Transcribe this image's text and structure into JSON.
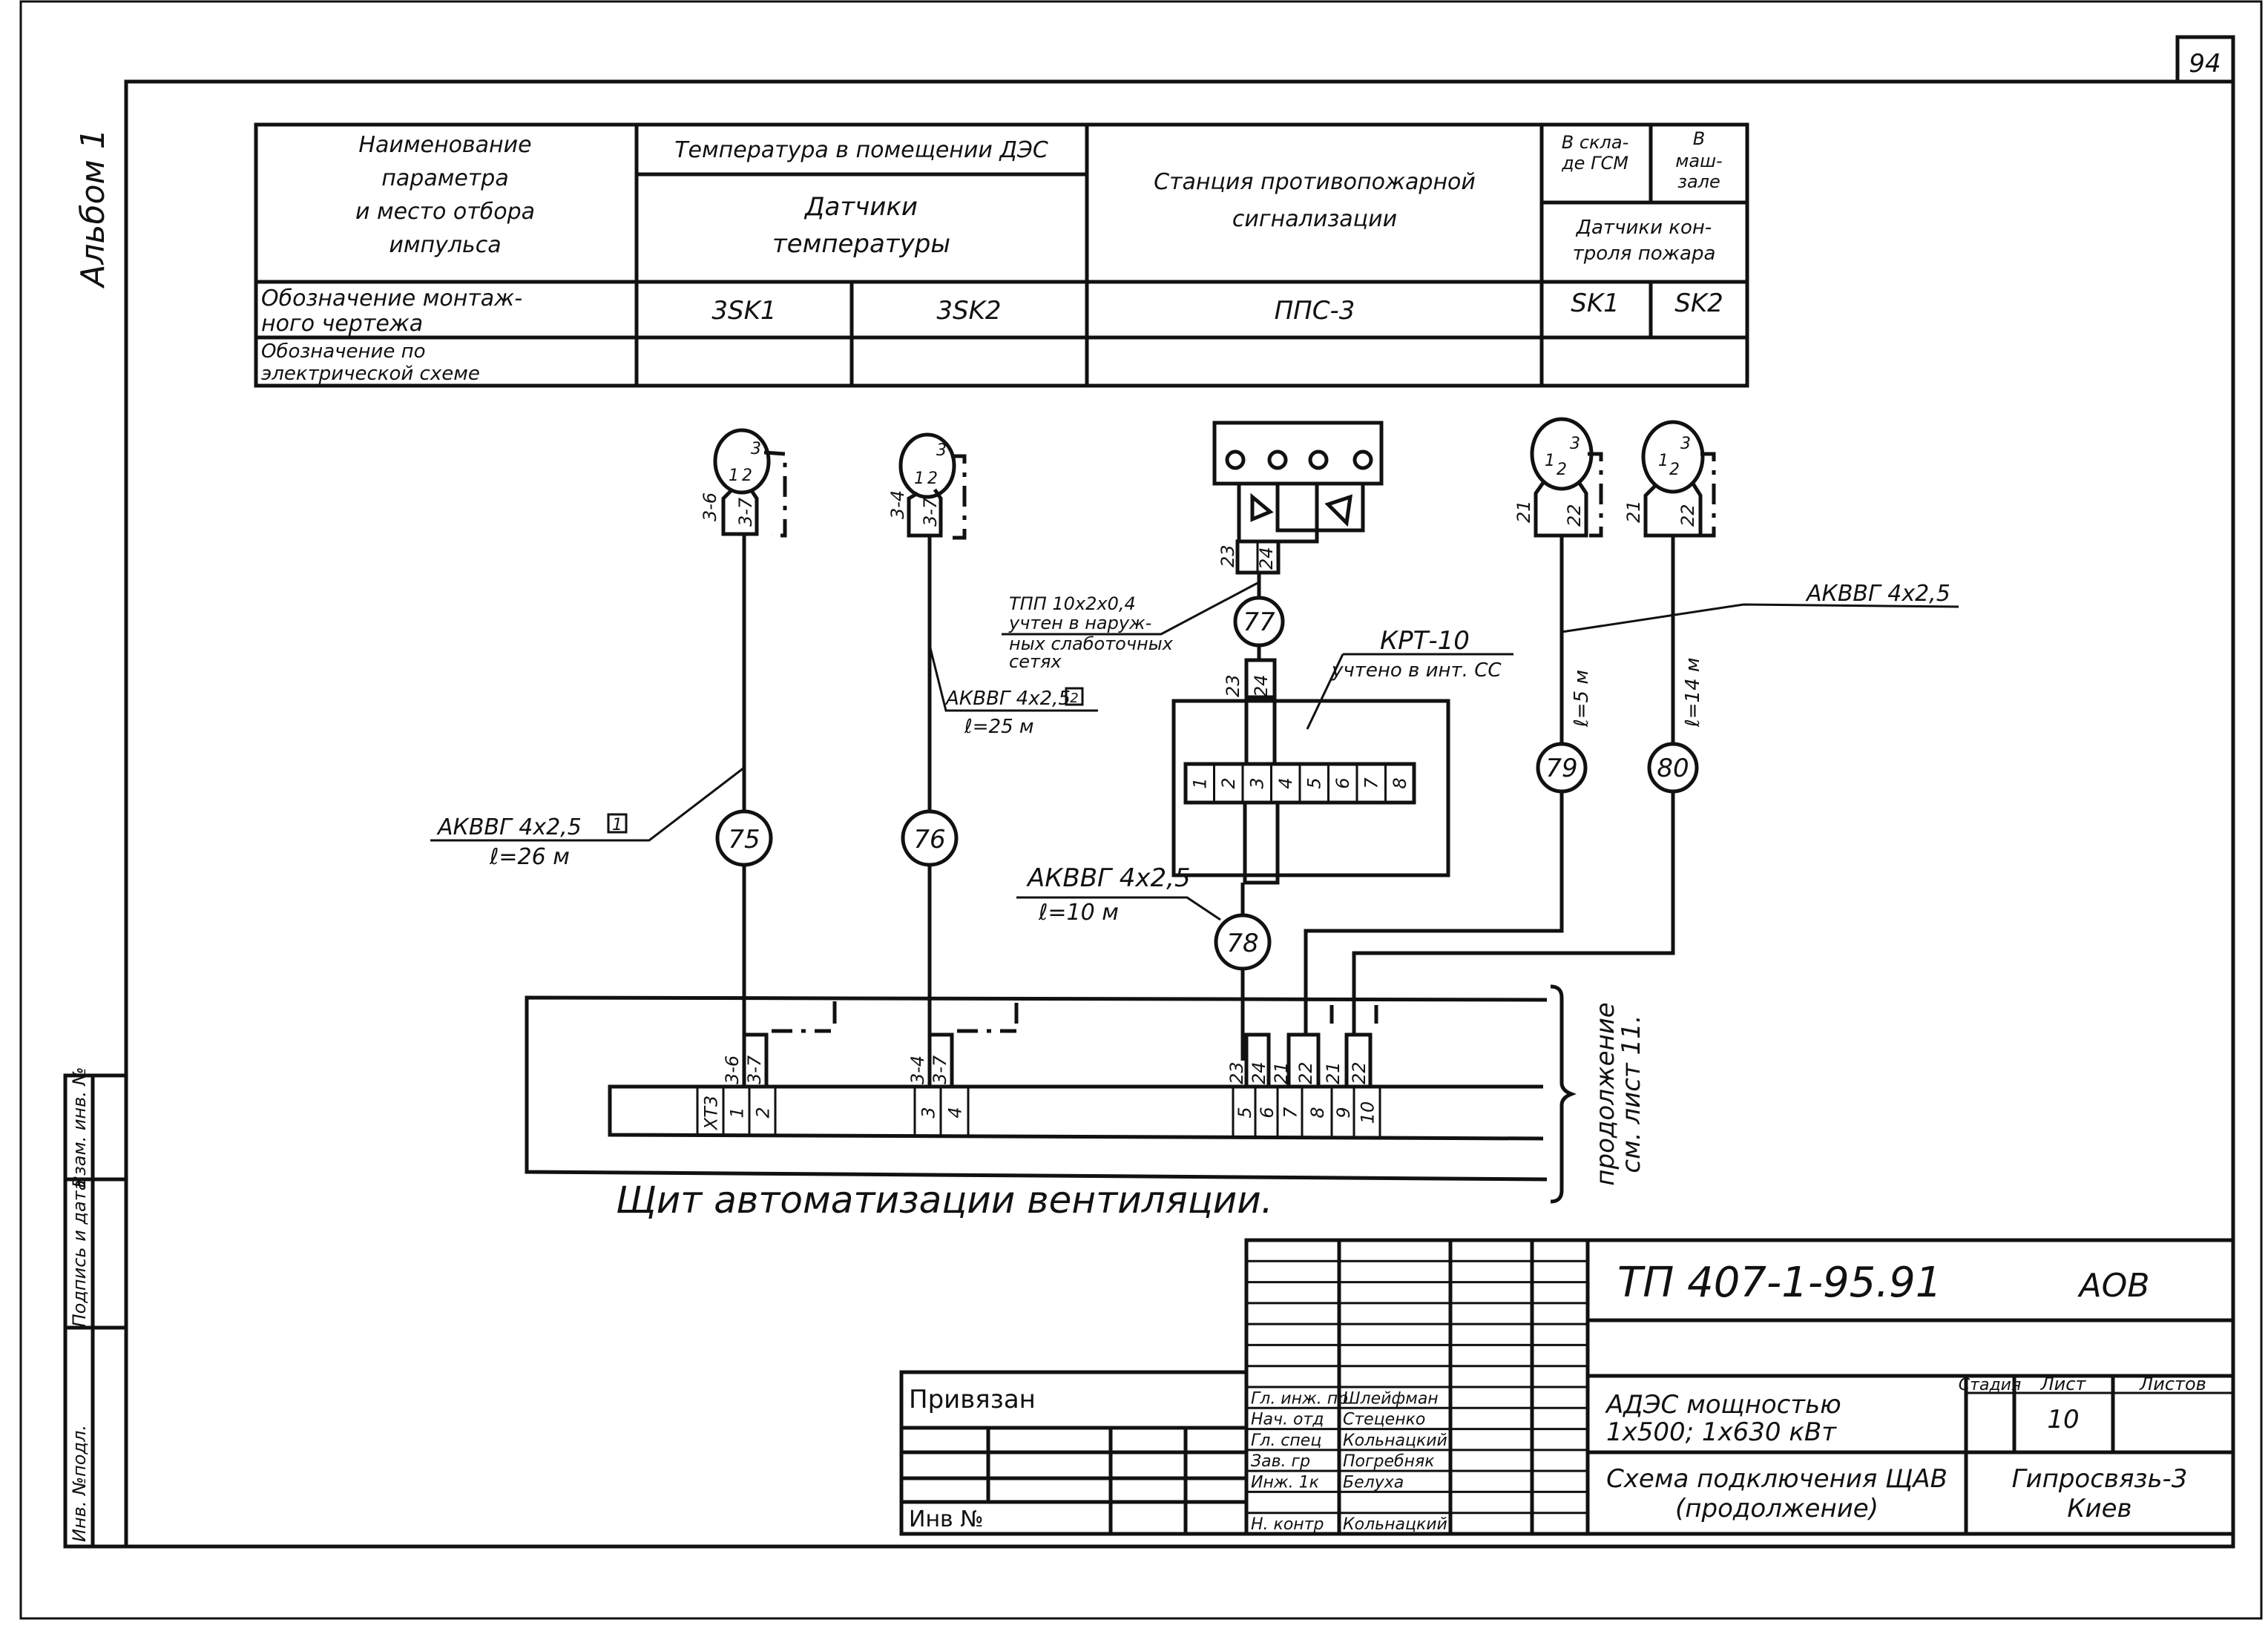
{
  "page_number": "94",
  "album_label": "Альбом 1",
  "param_table": {
    "row_header_1": [
      "Наименование",
      "параметра",
      "и место отбора",
      "импульса"
    ],
    "row_header_2": [
      "Обозначение монтаж-",
      "ного чертежа"
    ],
    "row_header_3": [
      "Обозначение по",
      "электрической схеме"
    ],
    "temp_group_title": "Температура в помещении ДЭС",
    "temp_sensors": [
      "Датчики",
      "температуры"
    ],
    "fire_station": [
      "Станция противопожарной",
      "сигнализации"
    ],
    "warehouse": [
      "В скла-",
      "де ГСМ"
    ],
    "machine_hall": [
      "В",
      "маш-",
      "зале"
    ],
    "fire_sensors": [
      "Датчики кон-",
      "троля пожара"
    ],
    "designations": [
      "3SK1",
      "3SK2",
      "ППС-3",
      "SK1",
      "SK2"
    ]
  },
  "sensors": [
    {
      "id": "3SK1",
      "terminals": [
        "1",
        "2",
        "3"
      ],
      "wire_left": "3-6",
      "wire_right": "3-7"
    },
    {
      "id": "3SK2",
      "terminals": [
        "1",
        "2",
        "3"
      ],
      "wire_left": "3-4",
      "wire_right": "3-7"
    },
    {
      "id": "SK1",
      "terminals": [
        "1",
        "2",
        "3"
      ],
      "wire_left": "21",
      "wire_right": "22"
    },
    {
      "id": "SK2",
      "terminals": [
        "1",
        "2",
        "3"
      ],
      "wire_left": "21",
      "wire_right": "22"
    }
  ],
  "pps_block": {
    "wire_left": "23",
    "wire_right": "24"
  },
  "cables": [
    {
      "id": "75",
      "label": "АКВВГ 4х2,5",
      "length": "ℓ=26 м",
      "mark": "1"
    },
    {
      "id": "76",
      "label": "АКВВГ 4х2,5",
      "length": "ℓ=25 м",
      "mark": "2"
    },
    {
      "id": "77",
      "label": [
        "ТПП 10х2х0,4",
        "учтен в наруж-",
        "ных слаботочных",
        "сетях"
      ]
    },
    {
      "id": "78",
      "label": "АКВВГ 4х2,5",
      "length": "ℓ=10 м"
    },
    {
      "id": "79",
      "length": "ℓ=5 м"
    },
    {
      "id": "80",
      "length": "ℓ=14 м"
    }
  ],
  "cable_79_80_label": "АКВВГ 4х2,5",
  "krt": {
    "title": "КРТ-10",
    "note": "учтено в инт. СС",
    "wires": [
      "23",
      "24"
    ],
    "terminals": [
      "1",
      "2",
      "3",
      "4",
      "5",
      "6",
      "7",
      "8"
    ]
  },
  "cabinet": {
    "title": "Щит автоматизации вентиляции.",
    "strip_label": "ХТ3",
    "wire_labels": [
      "3-6",
      "3-7",
      "3-4",
      "3-7",
      "23",
      "24",
      "21",
      "22",
      "21",
      "22"
    ],
    "terminals": [
      "1",
      "2",
      "3",
      "4",
      "5",
      "6",
      "7",
      "8",
      "9",
      "10"
    ],
    "continuation": [
      "продолжение",
      "см. лист 11."
    ]
  },
  "stamp_left": [
    "Инв. №подл.",
    "Подпись и дата",
    "Взам. инв. №"
  ],
  "binding_block": {
    "title": "Привязан",
    "inv_label": "Инв №"
  },
  "signatures": [
    {
      "role": "Гл. инж. пр",
      "name": "Шлейфман"
    },
    {
      "role": "Нач. отд",
      "name": "Стеценко"
    },
    {
      "role": "Гл. спец",
      "name": "Кольнацкий"
    },
    {
      "role": "Зав. гр",
      "name": "Погребняк"
    },
    {
      "role": "Инж. 1к",
      "name": "Белуха"
    },
    {
      "role": "",
      "name": ""
    },
    {
      "role": "Н. контр",
      "name": "Кольнацкий"
    }
  ],
  "title_block": {
    "code": "ТП 407-1-95.91",
    "section": "АОВ",
    "object": [
      "АДЭС мощностью",
      "1х500; 1х630 кВт"
    ],
    "stage_label": "Стадия",
    "sheet_label": "Лист",
    "sheets_label": "Листов",
    "sheet_value": "10",
    "drawing_title": [
      "Схема подключения ЩАВ",
      "(продолжение)"
    ],
    "organization": [
      "Гипросвязь-3",
      "Киев"
    ]
  }
}
